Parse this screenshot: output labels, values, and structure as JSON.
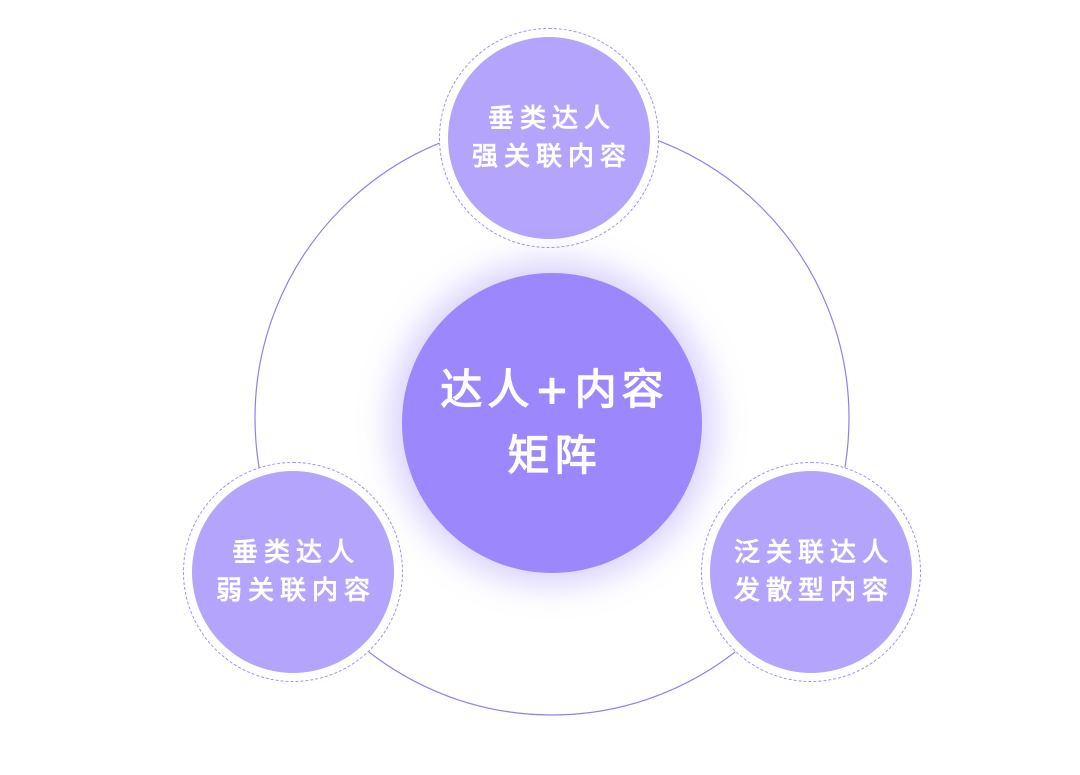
{
  "colors": {
    "center_fill": "#9d87fc",
    "node_fill": "#b4a4fb",
    "ring_stroke": "#8f80e8",
    "text": "#ffffff"
  },
  "center": {
    "line1": "达人+内容",
    "line2": "矩阵"
  },
  "nodes": [
    {
      "position": "top",
      "line1": "垂类达人",
      "line2": "强关联内容"
    },
    {
      "position": "bottom-left",
      "line1": "垂类达人",
      "line2": "弱关联内容"
    },
    {
      "position": "bottom-right",
      "line1": "泛关联达人",
      "line2": "发散型内容"
    }
  ]
}
